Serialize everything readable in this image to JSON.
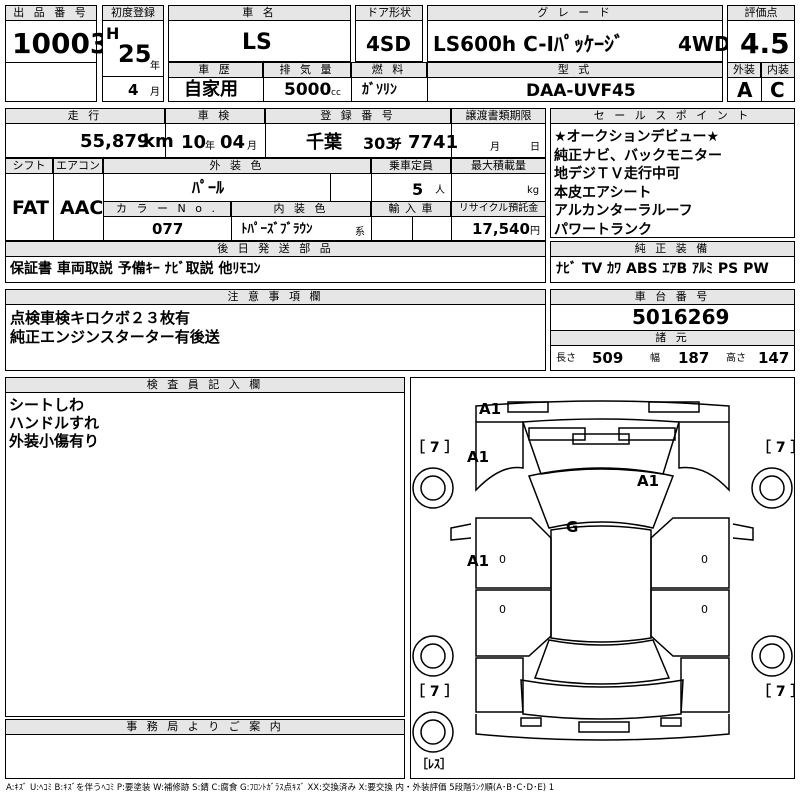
{
  "headers": {
    "lot_number": "出 品 番 号",
    "first_registration": "初度登録",
    "car_name": "車 名",
    "door_type": "ドア形状",
    "grade": "グ レ ー ド",
    "score": "評価点",
    "history": "車 歴",
    "displacement": "排 気 量",
    "fuel": "燃 料",
    "model": "型 式",
    "exterior": "外装",
    "interior": "内装",
    "mileage": "走 行",
    "inspection": "車 検",
    "registration_number": "登 録 番 号",
    "transfer_deadline": "譲渡書類期限",
    "sales_points": "セ ー ル ス ポ イ ン ト",
    "shift": "シフト",
    "aircon": "エアコン",
    "exterior_color": "外 装 色",
    "capacity": "乗車定員",
    "max_load": "最大積載量",
    "color_no": "カ ラ ー N o .",
    "interior_color": "内 装 色",
    "import": "輸 入 車",
    "recycle": "リサイクル預託金",
    "later_shipment": "後 日 発 送 部 品",
    "equipment": "純 正 装 備",
    "notices": "注 意 事 項 欄",
    "chassis_number": "車 台 番 号",
    "specs": "諸 元",
    "inspector": "検 査 員 記 入 欄",
    "office": "事 務 局 よ り ご 案 内"
  },
  "lot_number": "10003",
  "era": "H",
  "year": "25",
  "year_unit": "年",
  "month": "4",
  "month_unit": "月",
  "car_name": "LS",
  "door_type": "4SD",
  "grade": "LS600h C-Iﾊﾟｯｹｰｼﾞ",
  "drive": "4WD",
  "score": "4.5",
  "history": "自家用",
  "displacement": "5000",
  "displacement_unit": "cc",
  "fuel": "ｶﾞｿﾘﾝ",
  "model": "DAA-UVF45",
  "exterior_grade": "A",
  "interior_grade": "C",
  "mileage": "55,879",
  "mileage_unit": "km",
  "inspection_year": "10",
  "inspection_year_unit": "年",
  "inspection_month": "04",
  "inspection_month_unit": "月",
  "registration_area": "千葉",
  "registration_class": "303",
  "registration_kana": "ﾁ",
  "registration_no": "7741",
  "transfer_month_unit": "月",
  "transfer_day_unit": "日",
  "sales_points": [
    "★オークションデビュー★",
    "純正ナビ、バックモニター",
    "地デジＴＶ走行中可",
    "本皮エアシート",
    "アルカンターラルーフ",
    "パワートランク"
  ],
  "shift": "FAT",
  "aircon": "AAC",
  "exterior_color": "ﾊﾟｰﾙ",
  "capacity": "5",
  "capacity_unit": "人",
  "max_load_unit": "kg",
  "color_no": "077",
  "interior_color": "ﾄﾊﾟｰｽﾞﾌﾞﾗｳﾝ",
  "interior_color_suffix": "系",
  "recycle_fee": "17,540",
  "recycle_unit": "円",
  "later_shipment": "保証書 車両取説 予備ｷｰ ﾅﾋﾞ取説 他ﾘﾓｺﾝ",
  "equipment": "ﾅﾋﾞ TV ｶﾜ ABS ｴｱB ｱﾙﾐ PS PW",
  "notices": [
    "点検車検キロクボ２３枚有",
    "純正エンジンスターター有後送"
  ],
  "chassis_number": "5016269",
  "length_label": "長さ",
  "length": "509",
  "width_label": "幅",
  "width": "187",
  "height_label": "高さ",
  "height": "147",
  "inspector_notes": [
    "シートしわ",
    "ハンドルすれ",
    "外装小傷有り"
  ],
  "diagram": {
    "tire_mark": "［ 7 ］",
    "spare_mark": "［ﾚｽ］",
    "marks": [
      "A1",
      "A1",
      "A1",
      "A1",
      "G"
    ],
    "door_marks": [
      "0",
      "0",
      "0",
      "0"
    ]
  },
  "legend": "A:ｷｽﾞ U:ﾍｺﾐ B:ｷｽﾞを伴うﾍｺﾐ P:要塗装 W:補修跡 S:錆 C:腐食 G:ﾌﾛﾝﾄｶﾞﾗｽ点ｷｽﾞ XX:交換済み X:要交換 内・外装評価 5段階ﾗﾝｸ順(A･B･C･D･E) 1"
}
